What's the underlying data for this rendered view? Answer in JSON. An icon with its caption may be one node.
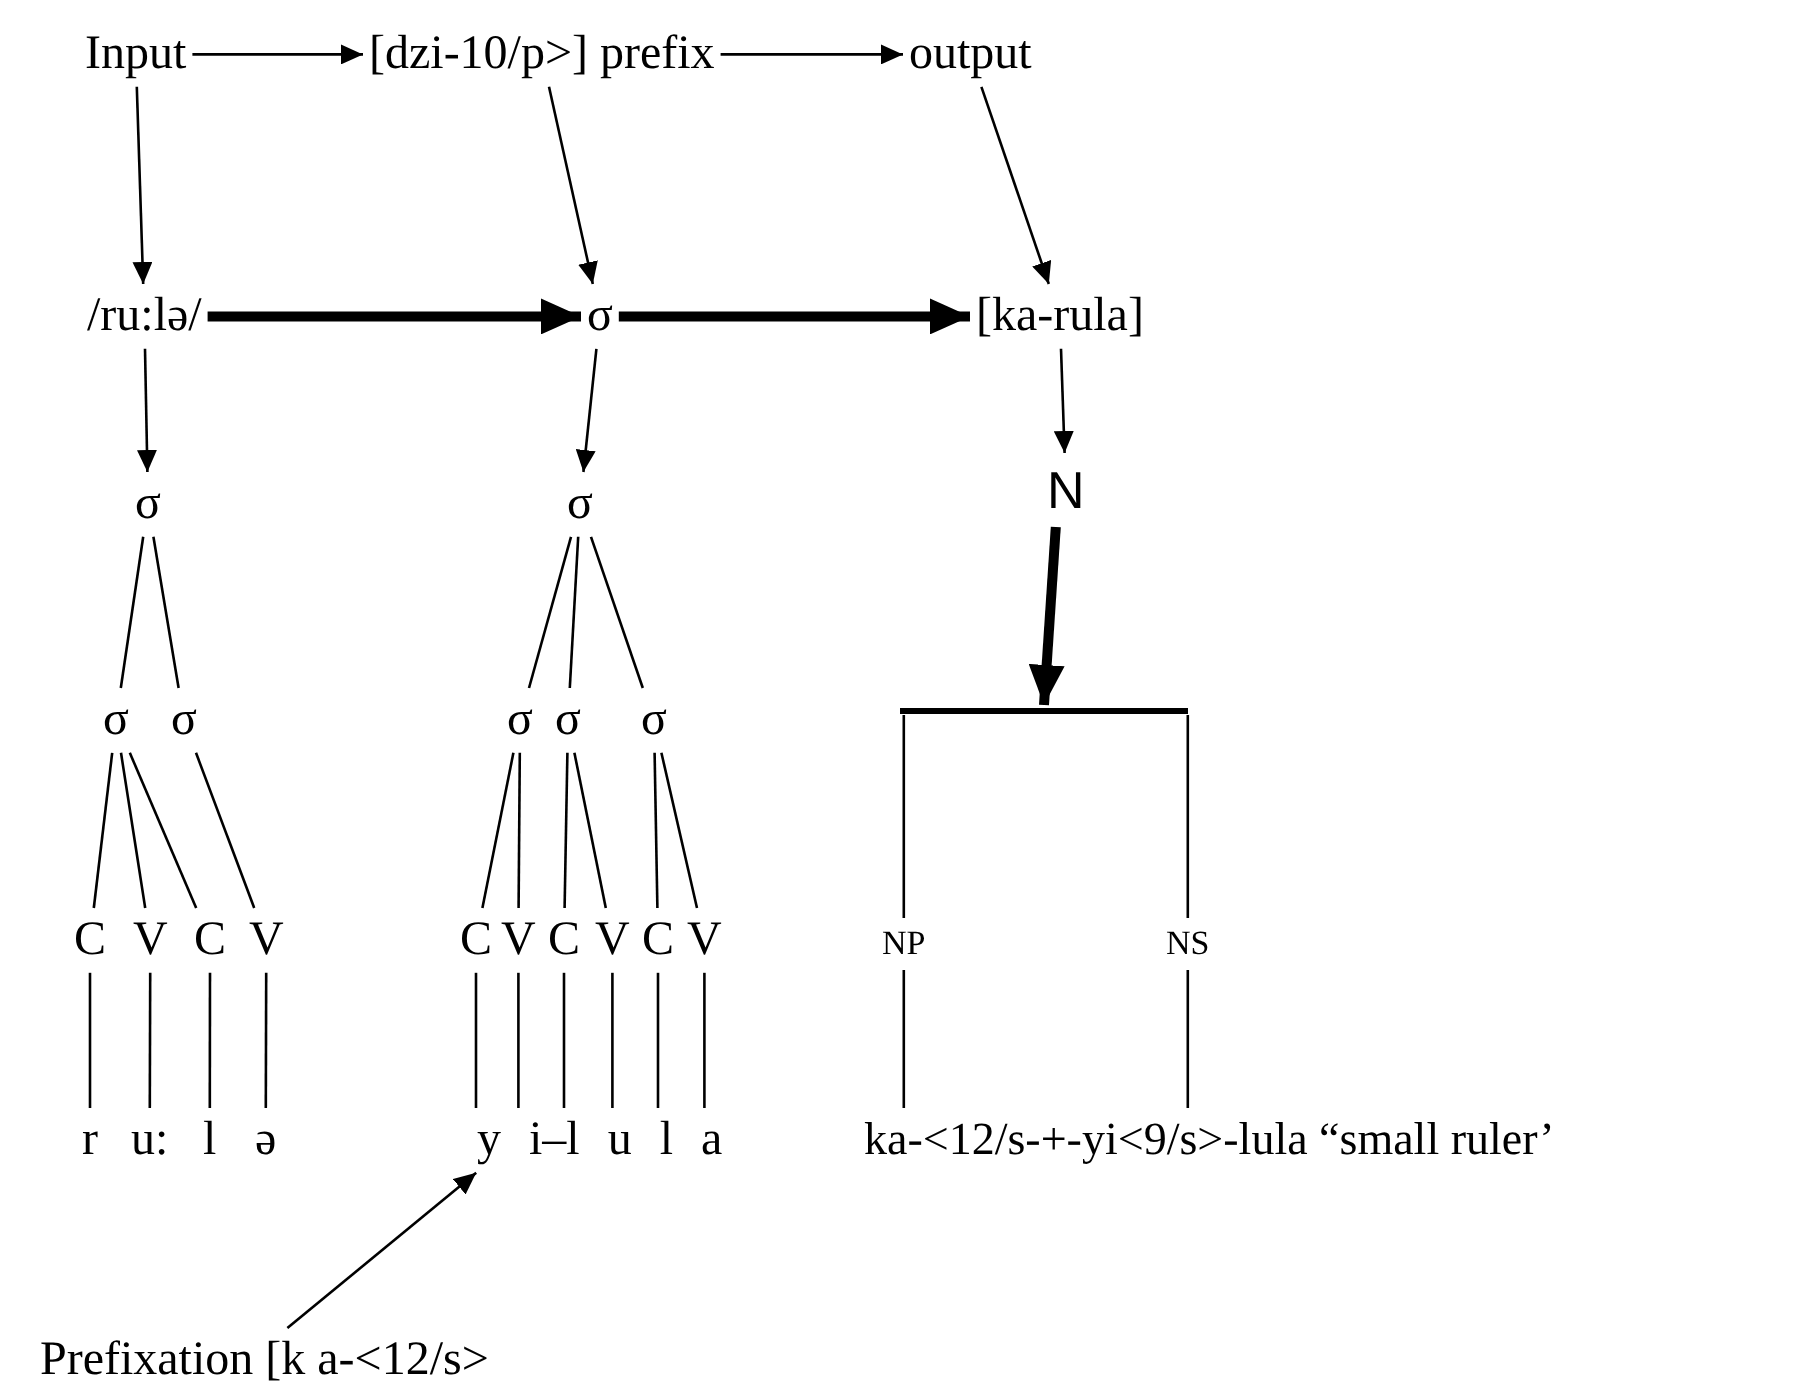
{
  "diagram": {
    "nodes": [
      {
        "text": [
          "Input"
        ]
      },
      {
        "text": [
          "[dzi-10/p>] prefix"
        ]
      },
      {
        "text": [
          "output"
        ]
      },
      {
        "text": [
          "/ru:lə/"
        ]
      },
      {
        "text": [
          "σ"
        ]
      },
      {
        "text": [
          "[ka-rula]"
        ]
      },
      {
        "text": [
          "σ"
        ]
      },
      {
        "text": [
          "σ"
        ]
      },
      {
        "text": [
          "N"
        ]
      },
      {
        "text": [
          "σ"
        ]
      },
      {
        "text": [
          "σ"
        ]
      },
      {
        "text": [
          "σ"
        ]
      },
      {
        "text": [
          "σ"
        ]
      },
      {
        "text": [
          "σ"
        ]
      },
      {
        "text": [],
        "shape": "bar"
      },
      {
        "text": [
          "C"
        ]
      },
      {
        "text": [
          "V"
        ]
      },
      {
        "text": [
          "C"
        ]
      },
      {
        "text": [
          "V"
        ]
      },
      {
        "text": [
          "C"
        ]
      },
      {
        "text": [
          "V"
        ]
      },
      {
        "text": [
          "C"
        ]
      },
      {
        "text": [
          "V"
        ]
      },
      {
        "text": [
          "C"
        ]
      },
      {
        "text": [
          "V"
        ]
      },
      {
        "text": [
          "NP"
        ]
      },
      {
        "text": [
          "NS"
        ]
      },
      {
        "text": [
          "r"
        ]
      },
      {
        "text": [
          "u:"
        ]
      },
      {
        "text": [
          "l"
        ]
      },
      {
        "text": [
          "ə"
        ]
      },
      {
        "text": [
          "y i–l u l a"
        ]
      },
      {
        "text": [
          "ka-<12/s-+-yi<9/s>-lula “small ruler’"
        ]
      },
      {
        "text": [
          "Prefixation [k a-<12/s>"
        ]
      }
    ],
    "edges": [
      {
        "from": 0,
        "to": 1,
        "arrow": "to"
      },
      {
        "from": 1,
        "to": 2,
        "arrow": "to"
      },
      {
        "from": 0,
        "to": 3,
        "arrow": "to"
      },
      {
        "from": 1,
        "to": 4,
        "arrow": "to"
      },
      {
        "from": 2,
        "to": 5,
        "arrow": "to"
      },
      {
        "from": 3,
        "to": 4,
        "arrow": "to",
        "style": "thick"
      },
      {
        "from": 4,
        "to": 5,
        "arrow": "to",
        "style": "thick"
      },
      {
        "from": 3,
        "to": 6,
        "arrow": "to"
      },
      {
        "from": 4,
        "to": 7,
        "arrow": "to"
      },
      {
        "from": 5,
        "to": 8,
        "arrow": "to"
      },
      {
        "from": 8,
        "to": 14,
        "arrow": "to",
        "style": "thick"
      },
      {
        "from": 6,
        "to": 9,
        "arrow": "none"
      },
      {
        "from": 6,
        "to": 10,
        "arrow": "none"
      },
      {
        "from": 7,
        "to": 11,
        "arrow": "none"
      },
      {
        "from": 7,
        "to": 12,
        "arrow": "none"
      },
      {
        "from": 7,
        "to": 13,
        "arrow": "none"
      },
      {
        "from": 9,
        "to": 15,
        "arrow": "none"
      },
      {
        "from": 9,
        "to": 16,
        "arrow": "none"
      },
      {
        "from": 9,
        "to": 17,
        "arrow": "none"
      },
      {
        "from": 10,
        "to": 18,
        "arrow": "none"
      },
      {
        "from": 11,
        "to": 19,
        "arrow": "none"
      },
      {
        "from": 11,
        "to": 20,
        "arrow": "none"
      },
      {
        "from": 12,
        "to": 21,
        "arrow": "none"
      },
      {
        "from": 12,
        "to": 22,
        "arrow": "none"
      },
      {
        "from": 13,
        "to": 23,
        "arrow": "none"
      },
      {
        "from": 13,
        "to": 24,
        "arrow": "none"
      },
      {
        "from": 14,
        "to": 25,
        "arrow": "none"
      },
      {
        "from": 14,
        "to": 26,
        "arrow": "none"
      },
      {
        "from": 15,
        "to": 27,
        "arrow": "none"
      },
      {
        "from": 16,
        "to": 28,
        "arrow": "none"
      },
      {
        "from": 17,
        "to": 29,
        "arrow": "none"
      },
      {
        "from": 18,
        "to": 30,
        "arrow": "none"
      },
      {
        "from": 19,
        "to": 31,
        "arrow": "none"
      },
      {
        "from": 20,
        "to": 31,
        "arrow": "none"
      },
      {
        "from": 21,
        "to": 31,
        "arrow": "none"
      },
      {
        "from": 22,
        "to": 31,
        "arrow": "none"
      },
      {
        "from": 23,
        "to": 31,
        "arrow": "none"
      },
      {
        "from": 24,
        "to": 31,
        "arrow": "none"
      },
      {
        "from": 25,
        "to": 32,
        "arrow": "none"
      },
      {
        "from": 26,
        "to": 32,
        "arrow": "none"
      },
      {
        "from": 33,
        "to": 31,
        "arrow": "to"
      }
    ]
  }
}
